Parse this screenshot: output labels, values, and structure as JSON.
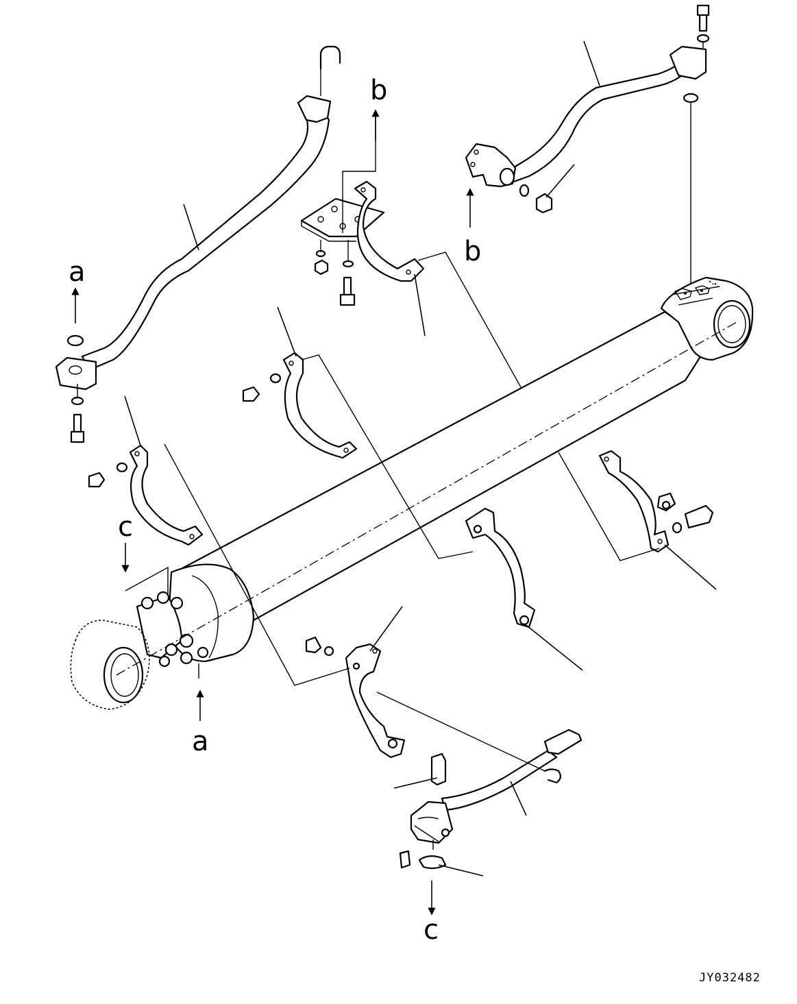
{
  "callouts": {
    "a_top": "a",
    "a_bottom": "a",
    "b_top": "b",
    "b_bottom": "b",
    "c_top": "c",
    "c_bottom": "c"
  },
  "drawing_code": "JY032482"
}
